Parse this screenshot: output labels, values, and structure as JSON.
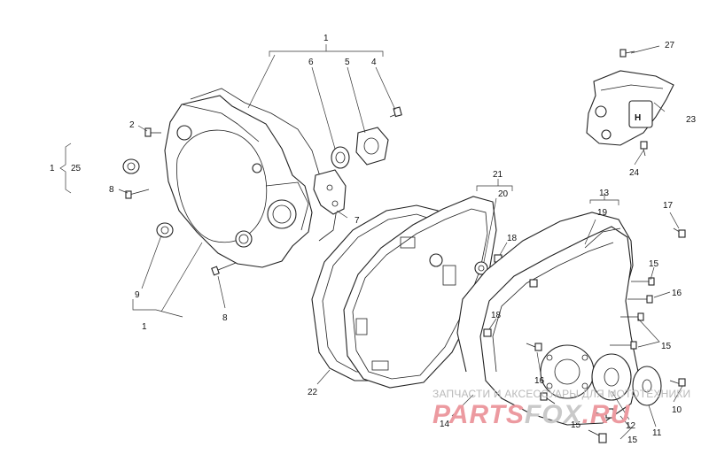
{
  "diagram": {
    "labels": [
      {
        "id": "l1a",
        "text": "1"
      },
      {
        "id": "l6",
        "text": "6"
      },
      {
        "id": "l5",
        "text": "5"
      },
      {
        "id": "l4",
        "text": "4"
      },
      {
        "id": "l2",
        "text": "2"
      },
      {
        "id": "l1b",
        "text": "1"
      },
      {
        "id": "l25",
        "text": "25"
      },
      {
        "id": "l8a",
        "text": "8"
      },
      {
        "id": "l7",
        "text": "7"
      },
      {
        "id": "l9",
        "text": "9"
      },
      {
        "id": "l8b",
        "text": "8"
      },
      {
        "id": "l1c",
        "text": "1"
      },
      {
        "id": "l27",
        "text": "27"
      },
      {
        "id": "l23",
        "text": "23"
      },
      {
        "id": "l24",
        "text": "24"
      },
      {
        "id": "l21",
        "text": "21"
      },
      {
        "id": "l20",
        "text": "20"
      },
      {
        "id": "l13",
        "text": "13"
      },
      {
        "id": "l19",
        "text": "19"
      },
      {
        "id": "l17",
        "text": "17"
      },
      {
        "id": "l18a",
        "text": "18"
      },
      {
        "id": "l15a",
        "text": "15"
      },
      {
        "id": "l16a",
        "text": "16"
      },
      {
        "id": "l18b",
        "text": "18"
      },
      {
        "id": "l15b",
        "text": "15"
      },
      {
        "id": "l16b",
        "text": "16"
      },
      {
        "id": "l22",
        "text": "22"
      },
      {
        "id": "l14",
        "text": "14"
      },
      {
        "id": "l12",
        "text": "12"
      },
      {
        "id": "l15c",
        "text": "15"
      },
      {
        "id": "l11",
        "text": "11"
      },
      {
        "id": "l10",
        "text": "10"
      },
      {
        "id": "l15d",
        "text": "15"
      }
    ]
  },
  "watermark": {
    "tagline": "ЗАПЧАСТИ И АКСЕССУАРЫ ДЛЯ МОТОТЕХНИКИ",
    "logo_left": "PARTS",
    "logo_mid": "FOX",
    "logo_right": ".RU"
  }
}
